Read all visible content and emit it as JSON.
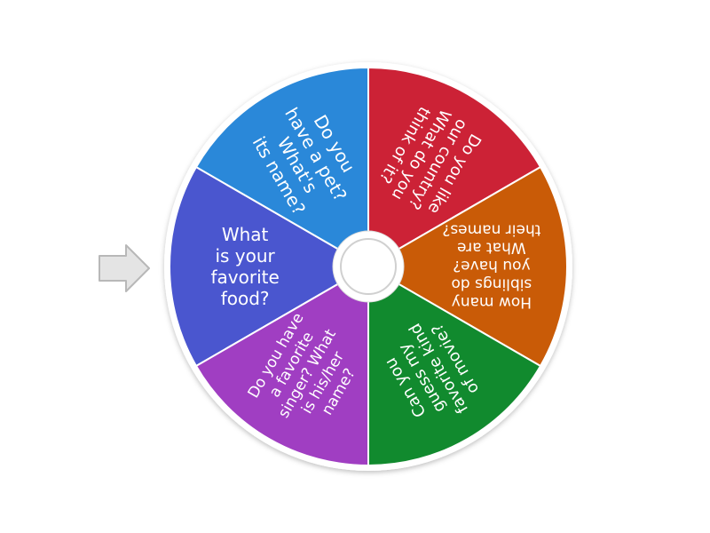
{
  "wheel": {
    "rim_color": "#ffffff",
    "hub_color": "#f2f2f2",
    "segments": [
      {
        "name": "segment-favorite-food",
        "color": "#4a56cf",
        "lines": [
          "What",
          "is your",
          "favorite",
          "food?"
        ]
      },
      {
        "name": "segment-pet",
        "color": "#2a88d9",
        "lines": [
          "Do you",
          "have a pet?",
          "What's",
          "its name?"
        ]
      },
      {
        "name": "segment-country",
        "color": "#cc2236",
        "lines": [
          "Do you like",
          "our country?",
          "What do you",
          "think of it?"
        ]
      },
      {
        "name": "segment-siblings",
        "color": "#c95b07",
        "lines": [
          "How many",
          "siblings do",
          "you have?",
          "What are",
          "their names?"
        ]
      },
      {
        "name": "segment-movie",
        "color": "#118a2e",
        "lines": [
          "Can you",
          "guess my",
          "favorite kind",
          "of movie?"
        ]
      },
      {
        "name": "segment-singer",
        "color": "#a03ec2",
        "lines": [
          "Do you have",
          "a favorite",
          "singer? What",
          "is his/her",
          "name?"
        ]
      }
    ]
  },
  "pointer": {
    "icon": "arrow-right-icon",
    "color": "#e4e4e4"
  }
}
